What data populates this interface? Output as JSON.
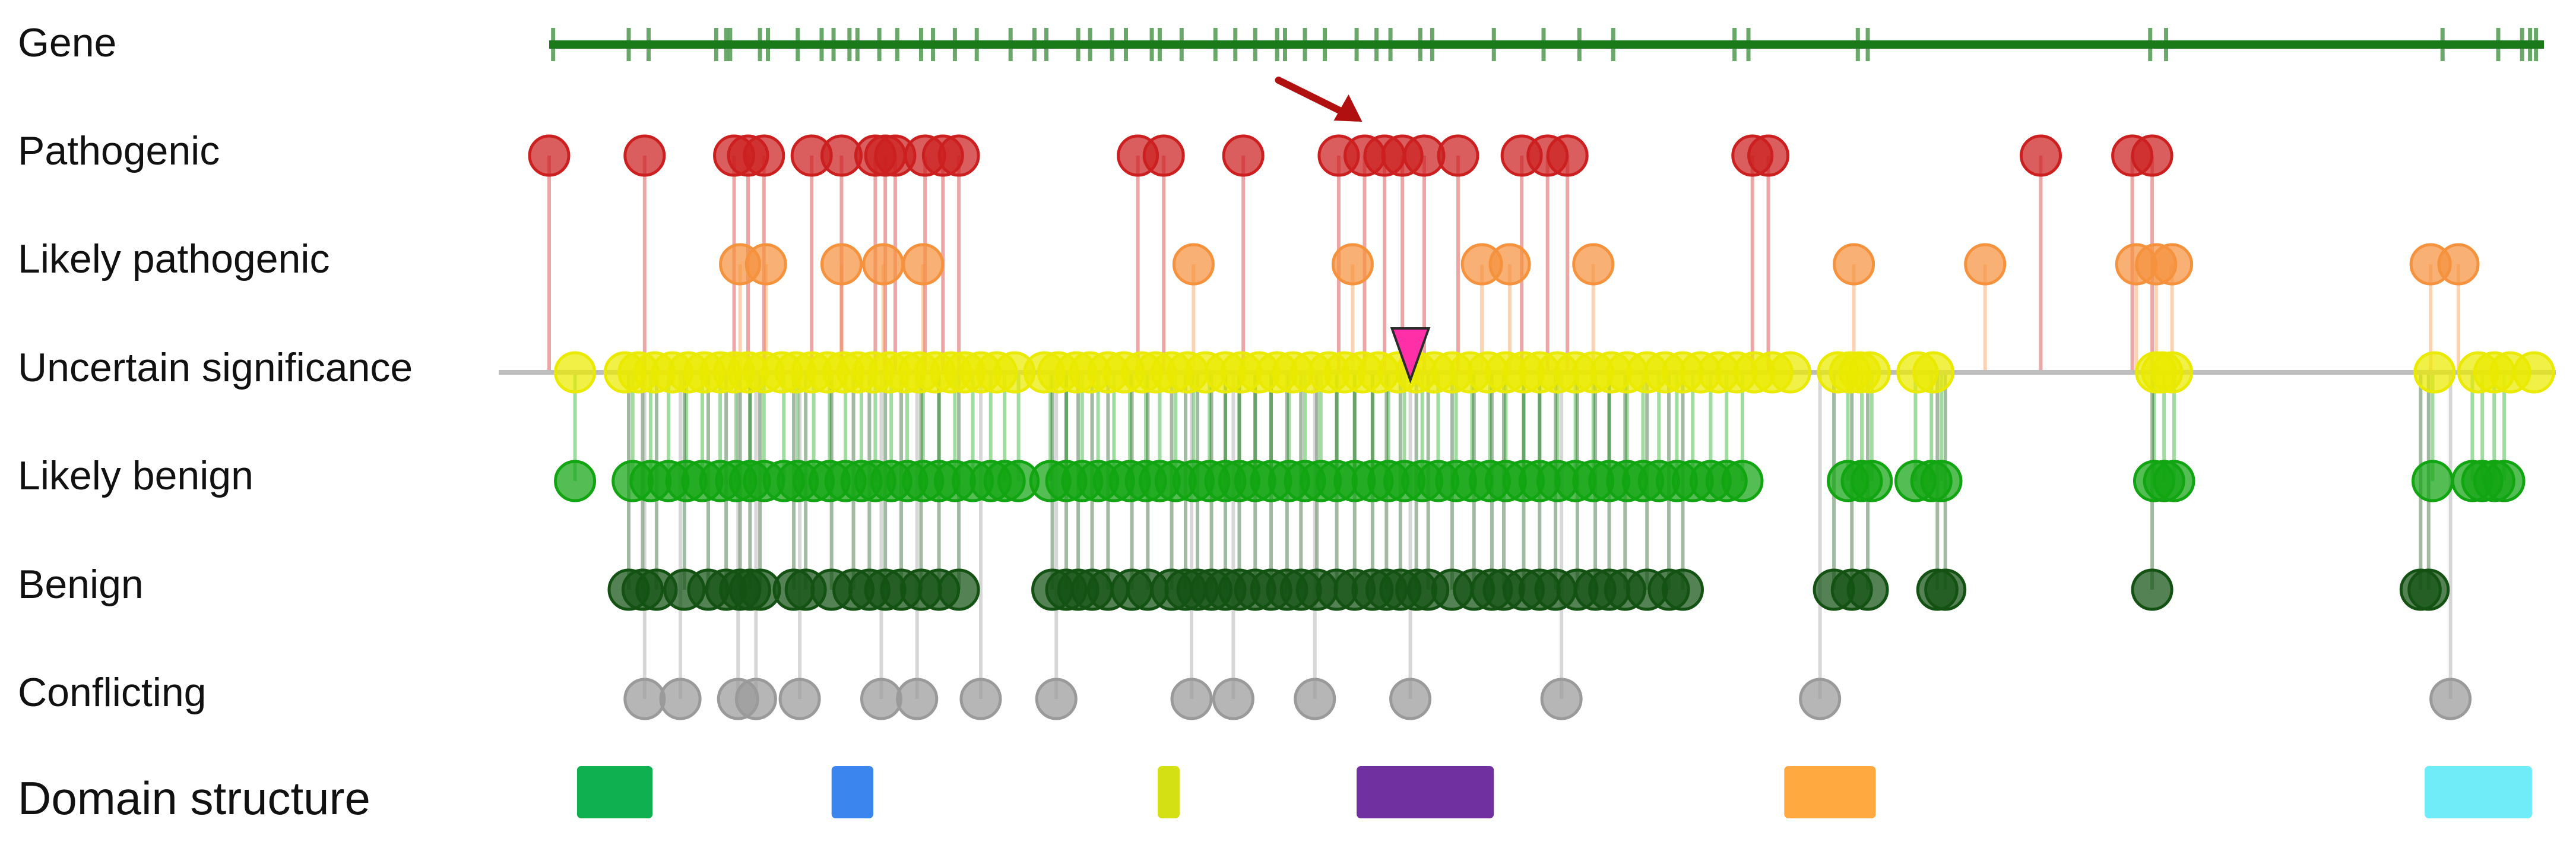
{
  "row_labels": {
    "gene": "Gene",
    "pathogenic": "Pathogenic",
    "likely_pathogenic": "Likely pathogenic",
    "uncertain": "Uncertain significance",
    "likely_benign": "Likely benign",
    "benign": "Benign",
    "conflicting": "Conflicting",
    "domain": "Domain structure"
  },
  "colors": {
    "gene": "#1a7a1a",
    "pathogenic": "#cc2020",
    "likely_pathogenic": "#f5923e",
    "uncertain": "#eaea00",
    "likely_benign": "#12a512",
    "benign": "#145214",
    "conflicting": "#9a9a9a",
    "baseline": "#bdbdbd",
    "arrow": "#b01010",
    "marker": "#ff2fa8"
  },
  "gene_exons": [
    0.2,
    4,
    5,
    8.4,
    8.9,
    9.1,
    10.6,
    11,
    12.5,
    13.7,
    14.3,
    15.1,
    15.5,
    16.6,
    17.5,
    18.7,
    19.3,
    20.4,
    21.5,
    23.2,
    24.4,
    25,
    26.6,
    27.2,
    28.3,
    29,
    30.3,
    30.7,
    31.8,
    33.5,
    34.5,
    35.5,
    36.6,
    37,
    38,
    39,
    40.6,
    41.6,
    42.3,
    43.8,
    44.4,
    47.5,
    50,
    51.8,
    53.5,
    59.6,
    60.3,
    65.8,
    66.3,
    80.5,
    81.3,
    95.2,
    98,
    99.2,
    99.6,
    99.9
  ],
  "variants": {
    "pathogenic": [
      0,
      4.8,
      9.3,
      10,
      10.8,
      13.2,
      14.7,
      16.4,
      16.9,
      17.4,
      18.9,
      19.8,
      20.6,
      29.6,
      30.9,
      34.9,
      39.7,
      41,
      42,
      42.9,
      44,
      45.7,
      48.9,
      50.2,
      51.2,
      60.5,
      61.3,
      75,
      79.6,
      80.6
    ],
    "likely_pathogenic": [
      9.6,
      10.9,
      14.7,
      16.8,
      18.8,
      32.4,
      40.4,
      46.9,
      48.3,
      52.5,
      65.6,
      72.2,
      79.8,
      80.8,
      81.6,
      94.6,
      96
    ],
    "uncertain": [
      1.3,
      3.8,
      4.5,
      5.3,
      6.2,
      7,
      7.8,
      8.6,
      9.3,
      10,
      10.8,
      11.7,
      12.4,
      13.2,
      14,
      14.8,
      15.5,
      16.3,
      17.1,
      17.9,
      18.6,
      19.4,
      20.2,
      20.9,
      21.7,
      22.5,
      23.4,
      24.9,
      25.6,
      26.5,
      27.2,
      28.1,
      28.9,
      29.8,
      30.5,
      31.3,
      32.1,
      33,
      34,
      34.8,
      35.7,
      36.6,
      37.4,
      38.3,
      39.2,
      40,
      40.9,
      41.7,
      42.7,
      43.6,
      44.5,
      45.4,
      46.3,
      47.2,
      48.1,
      49,
      49.8,
      50.7,
      51.6,
      52.5,
      53.4,
      54.2,
      55.2,
      56.1,
      57,
      57.9,
      58.8,
      59.7,
      60.6,
      61.5,
      62.4,
      64.8,
      65.4,
      65.9,
      66.4,
      68.8,
      69.6,
      80.8,
      81.1,
      81.6,
      94.8,
      97,
      97.8,
      98.6,
      99.8
    ],
    "likely_benign": [
      1.3,
      4.2,
      5.1,
      6,
      6.9,
      7.7,
      8.6,
      9.4,
      10.1,
      10.8,
      11.8,
      12.5,
      13.3,
      14.1,
      14.9,
      15.7,
      16.4,
      17.2,
      18,
      18.8,
      19.6,
      20.4,
      21.3,
      22.2,
      22.9,
      23.6,
      25.2,
      26,
      26.8,
      27.6,
      28.4,
      29.2,
      30,
      30.7,
      31.5,
      32.4,
      33.2,
      34,
      34.7,
      35.5,
      36.3,
      37.2,
      38,
      38.8,
      39.6,
      40.5,
      41.4,
      42.2,
      43,
      43.9,
      44.7,
      45.6,
      46.4,
      47.3,
      48.1,
      49,
      49.8,
      50.7,
      51.6,
      52.5,
      53.3,
      54.2,
      55,
      55.8,
      56.7,
      57.5,
      58.4,
      59.2,
      60,
      65.3,
      66,
      66.5,
      68.7,
      69.5,
      70,
      80.7,
      81.2,
      81.7,
      94.7,
      96.7,
      97.2,
      97.8,
      98.3
    ],
    "benign": [
      4,
      4.7,
      5.4,
      6.8,
      8,
      8.9,
      9.6,
      10.1,
      10.6,
      12.3,
      12.9,
      14.2,
      15.3,
      16.1,
      16.9,
      17.7,
      18.7,
      19.6,
      20.6,
      25.3,
      26,
      26.6,
      27.3,
      28.1,
      29.3,
      30.1,
      31.3,
      32,
      32.6,
      33.3,
      34,
      34.7,
      35.5,
      36.3,
      37.1,
      37.8,
      38.6,
      39.6,
      40.5,
      41.4,
      42.1,
      42.8,
      43.6,
      44.2,
      45.4,
      46.5,
      47.4,
      48,
      49,
      49.8,
      50.6,
      51.7,
      52.6,
      53.3,
      54.1,
      55.2,
      56.3,
      57,
      64.6,
      65.5,
      66.3,
      69.8,
      70.2,
      80.6,
      94.1,
      94.5
    ],
    "conflicting": [
      4.8,
      6.6,
      9.5,
      10.4,
      12.6,
      16.7,
      18.5,
      21.7,
      25.5,
      32.3,
      34.4,
      38.5,
      43.3,
      50.9,
      63.9,
      95.6
    ]
  },
  "highlight": {
    "arrow_variant": 41,
    "marker_variant": 43.3
  },
  "domains": [
    {
      "start": 1.4,
      "end": 5.2,
      "color": "#0eb04f"
    },
    {
      "start": 14.2,
      "end": 16.3,
      "color": "#3b86ee"
    },
    {
      "start": 30.6,
      "end": 31.7,
      "color": "#d4e014"
    },
    {
      "start": 40.6,
      "end": 47.5,
      "color": "#7030a0"
    },
    {
      "start": 62.1,
      "end": 66.7,
      "color": "#ffa940"
    },
    {
      "start": 94.3,
      "end": 99.7,
      "color": "#70ecf8"
    }
  ]
}
